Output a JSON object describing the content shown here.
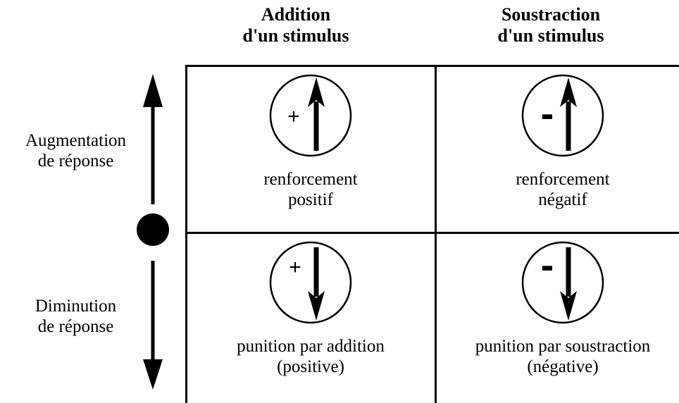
{
  "columns": [
    {
      "line1": "Addition",
      "line2": "d'un stimulus"
    },
    {
      "line1": "Soustraction",
      "line2": "d'un stimulus"
    }
  ],
  "rows": [
    {
      "line1": "Augmentation",
      "line2": "de réponse"
    },
    {
      "line1": "Diminution",
      "line2": "de réponse"
    }
  ],
  "cells": {
    "positive_reinforcement": {
      "sign": "+",
      "arrow": "up",
      "line1": "renforcement",
      "line2": "positif"
    },
    "negative_reinforcement": {
      "sign": "-",
      "arrow": "up",
      "line1": "renforcement",
      "line2": "négatif"
    },
    "positive_punishment": {
      "sign": "+",
      "arrow": "down",
      "line1": "punition par addition",
      "line2": "(positive)"
    },
    "negative_punishment": {
      "sign": "-",
      "arrow": "down",
      "line1": "punition par soustraction",
      "line2": "(négative)"
    }
  },
  "icons": {
    "axis_up": "arrow-up-icon",
    "axis_center": "dot-icon",
    "axis_down": "arrow-down-icon"
  }
}
